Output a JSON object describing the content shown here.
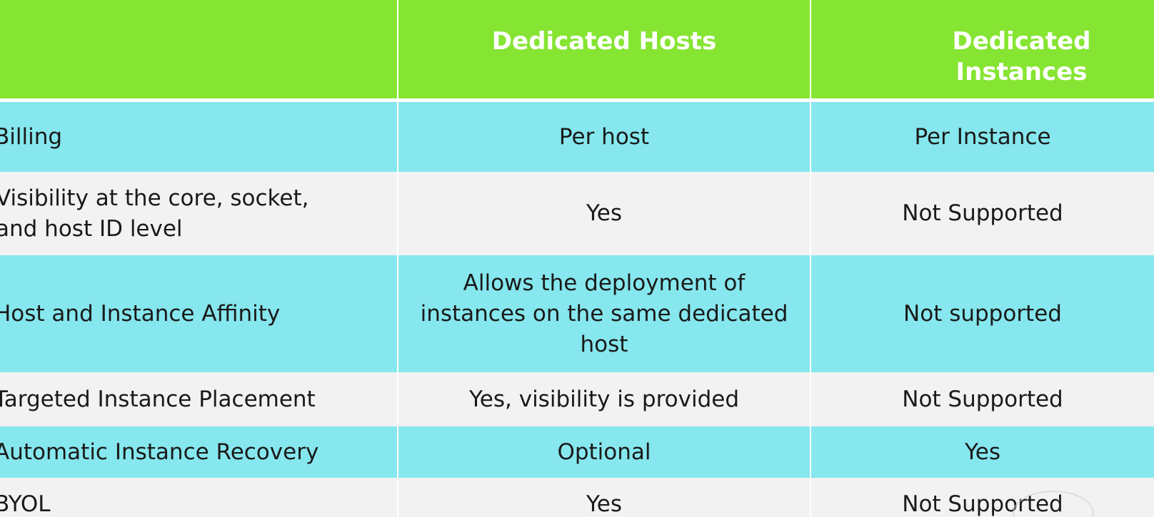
{
  "header": {
    "col0": "",
    "col1": "Dedicated Hosts",
    "col2": "Dedicated Instances"
  },
  "rows": [
    {
      "feature": "Billing",
      "hosts": "Per host",
      "instances": "Per Instance"
    },
    {
      "feature": "Visibility at the core, socket, and host ID level",
      "hosts": "Yes",
      "instances": "Not Supported"
    },
    {
      "feature": "Host and Instance Affinity",
      "hosts": "Allows the deployment of instances on the same dedicated host",
      "instances": "Not supported"
    },
    {
      "feature": "Targeted Instance Placement",
      "hosts": "Yes, visibility is provided",
      "instances": "Not Supported"
    },
    {
      "feature": "Automatic Instance Recovery",
      "hosts": "Optional",
      "instances": "Yes"
    },
    {
      "feature": "BYOL",
      "hosts": "Yes",
      "instances": "Not Supported"
    }
  ],
  "colors": {
    "header_bg": "#86e532",
    "row_cyan": "#86e7ee",
    "row_gray": "#f2f2f2"
  }
}
